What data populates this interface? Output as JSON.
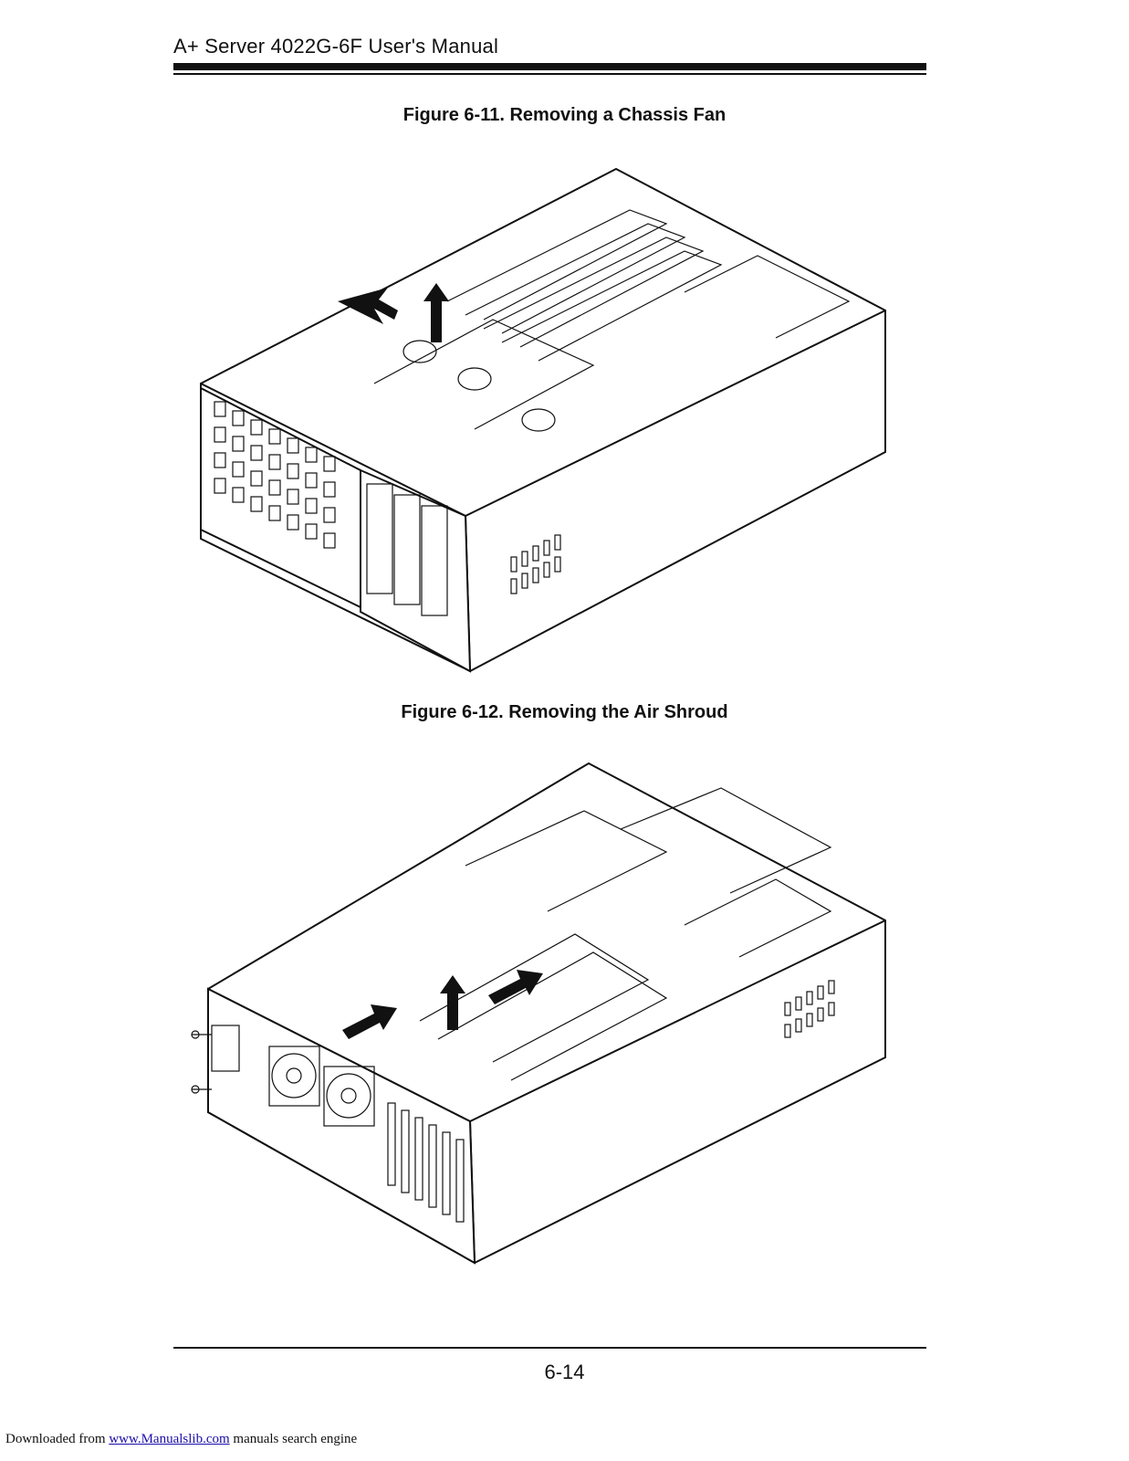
{
  "header": {
    "title": "A+ Server 4022G-6F User's Manual"
  },
  "figures": [
    {
      "caption": "Figure 6-11. Removing a Chassis Fan",
      "icon": "chassis-fan-removal-drawing"
    },
    {
      "caption": "Figure 6-12. Removing the Air Shroud",
      "icon": "air-shroud-removal-drawing"
    }
  ],
  "footer": {
    "page_number": "6-14",
    "download_prefix": "Downloaded from ",
    "download_link": "www.Manualslib.com",
    "download_suffix": " manuals search engine"
  }
}
